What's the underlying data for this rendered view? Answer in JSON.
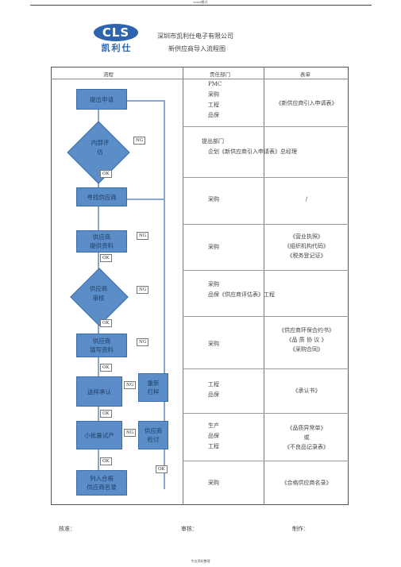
{
  "header": {
    "top_note": "word格式",
    "logo_text": "CLS",
    "logo_cn": "凯利仕",
    "company": "深圳市凯利仕电子有限公司",
    "title": "新供应商导入流程图"
  },
  "table": {
    "col_headers": [
      "流程",
      "责任部门",
      "表单"
    ],
    "rows": [
      {
        "dept": [
          "PMC",
          "采购",
          "工程",
          "品保"
        ],
        "form": [
          "《新供应商引入申请表》"
        ]
      },
      {
        "dept": [
          "提出部门",
          "企划《新供应商引入申请表》总经理"
        ],
        "form": []
      },
      {
        "dept": [
          "采购"
        ],
        "form": [
          "/"
        ]
      },
      {
        "dept": [
          "采购"
        ],
        "form": [
          "《营业执照》",
          "《组织机构代码》",
          "《税务登记证》"
        ]
      },
      {
        "dept": [
          "采购",
          "品保《供应商评估表》工程"
        ],
        "form": []
      },
      {
        "dept": [
          "采购"
        ],
        "form": [
          "《供应商环保合约书》",
          "《品 质 协 议 》",
          "《采购合同》"
        ]
      },
      {
        "dept": [
          "工程",
          "品保"
        ],
        "form": [
          "《承认书》"
        ]
      },
      {
        "dept": [
          "生产",
          "品保",
          "工程"
        ],
        "form": [
          "《品质异常单》",
          "或",
          "《不良品记录表》"
        ]
      },
      {
        "dept": [
          "采购"
        ],
        "form": [
          "《合格供应商名录》"
        ]
      }
    ]
  },
  "flow": {
    "submit": "提出申请",
    "review_line1": "内部评",
    "review_line2": "估",
    "find": "寻找供应商",
    "provide_line1": "供应商",
    "provide_line2": "提供资料",
    "audit_line1": "供应商",
    "audit_line2": "审核",
    "fill_line1": "供应商",
    "fill_line2": "填写资料",
    "sample": "送样承认",
    "resample_line1": "重新",
    "resample_line2": "打样",
    "trial": "小批量试产",
    "supplier_fix_line1": "供应商",
    "supplier_fix_line2": "检讨",
    "list_line1": "列入合格",
    "list_line2": "供应商名录",
    "ng": "NG",
    "ok": "OK"
  },
  "footer": {
    "approve": "核准：",
    "review": "审核：",
    "make": "制作："
  },
  "bottom_note": "专业资料整理"
}
